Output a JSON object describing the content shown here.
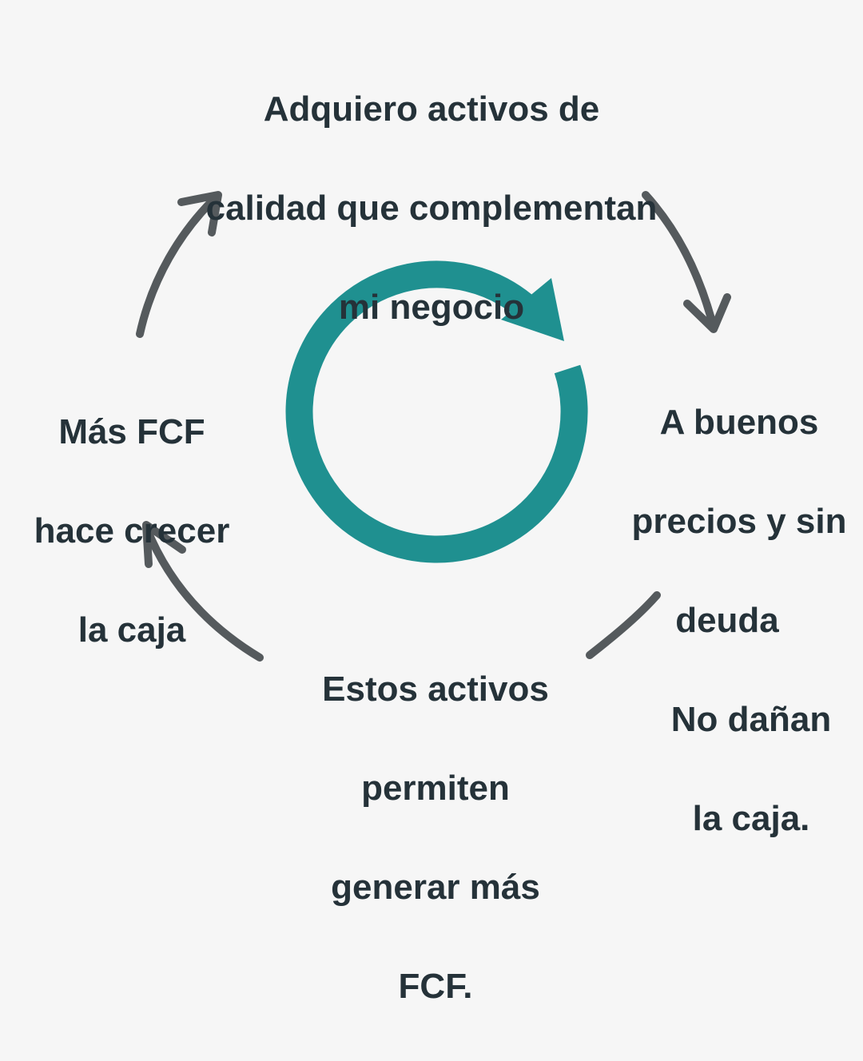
{
  "steps": {
    "top": {
      "lines": [
        "Adquiero activos de",
        "calidad que complementan",
        "mi negocio"
      ]
    },
    "right": {
      "lines": [
        "A buenos",
        "precios y sin",
        "deuda",
        "No dañan",
        "la caja."
      ]
    },
    "bottom": {
      "lines": [
        "Estos activos",
        "permiten",
        "generar más",
        "FCF."
      ]
    },
    "left": {
      "lines": [
        "Más FCF",
        "hace crecer",
        "la caja"
      ]
    }
  },
  "colors": {
    "background": "#f6f6f6",
    "text": "#253239",
    "center_cycle": "#1f9090",
    "arrows": "#555a5d"
  }
}
